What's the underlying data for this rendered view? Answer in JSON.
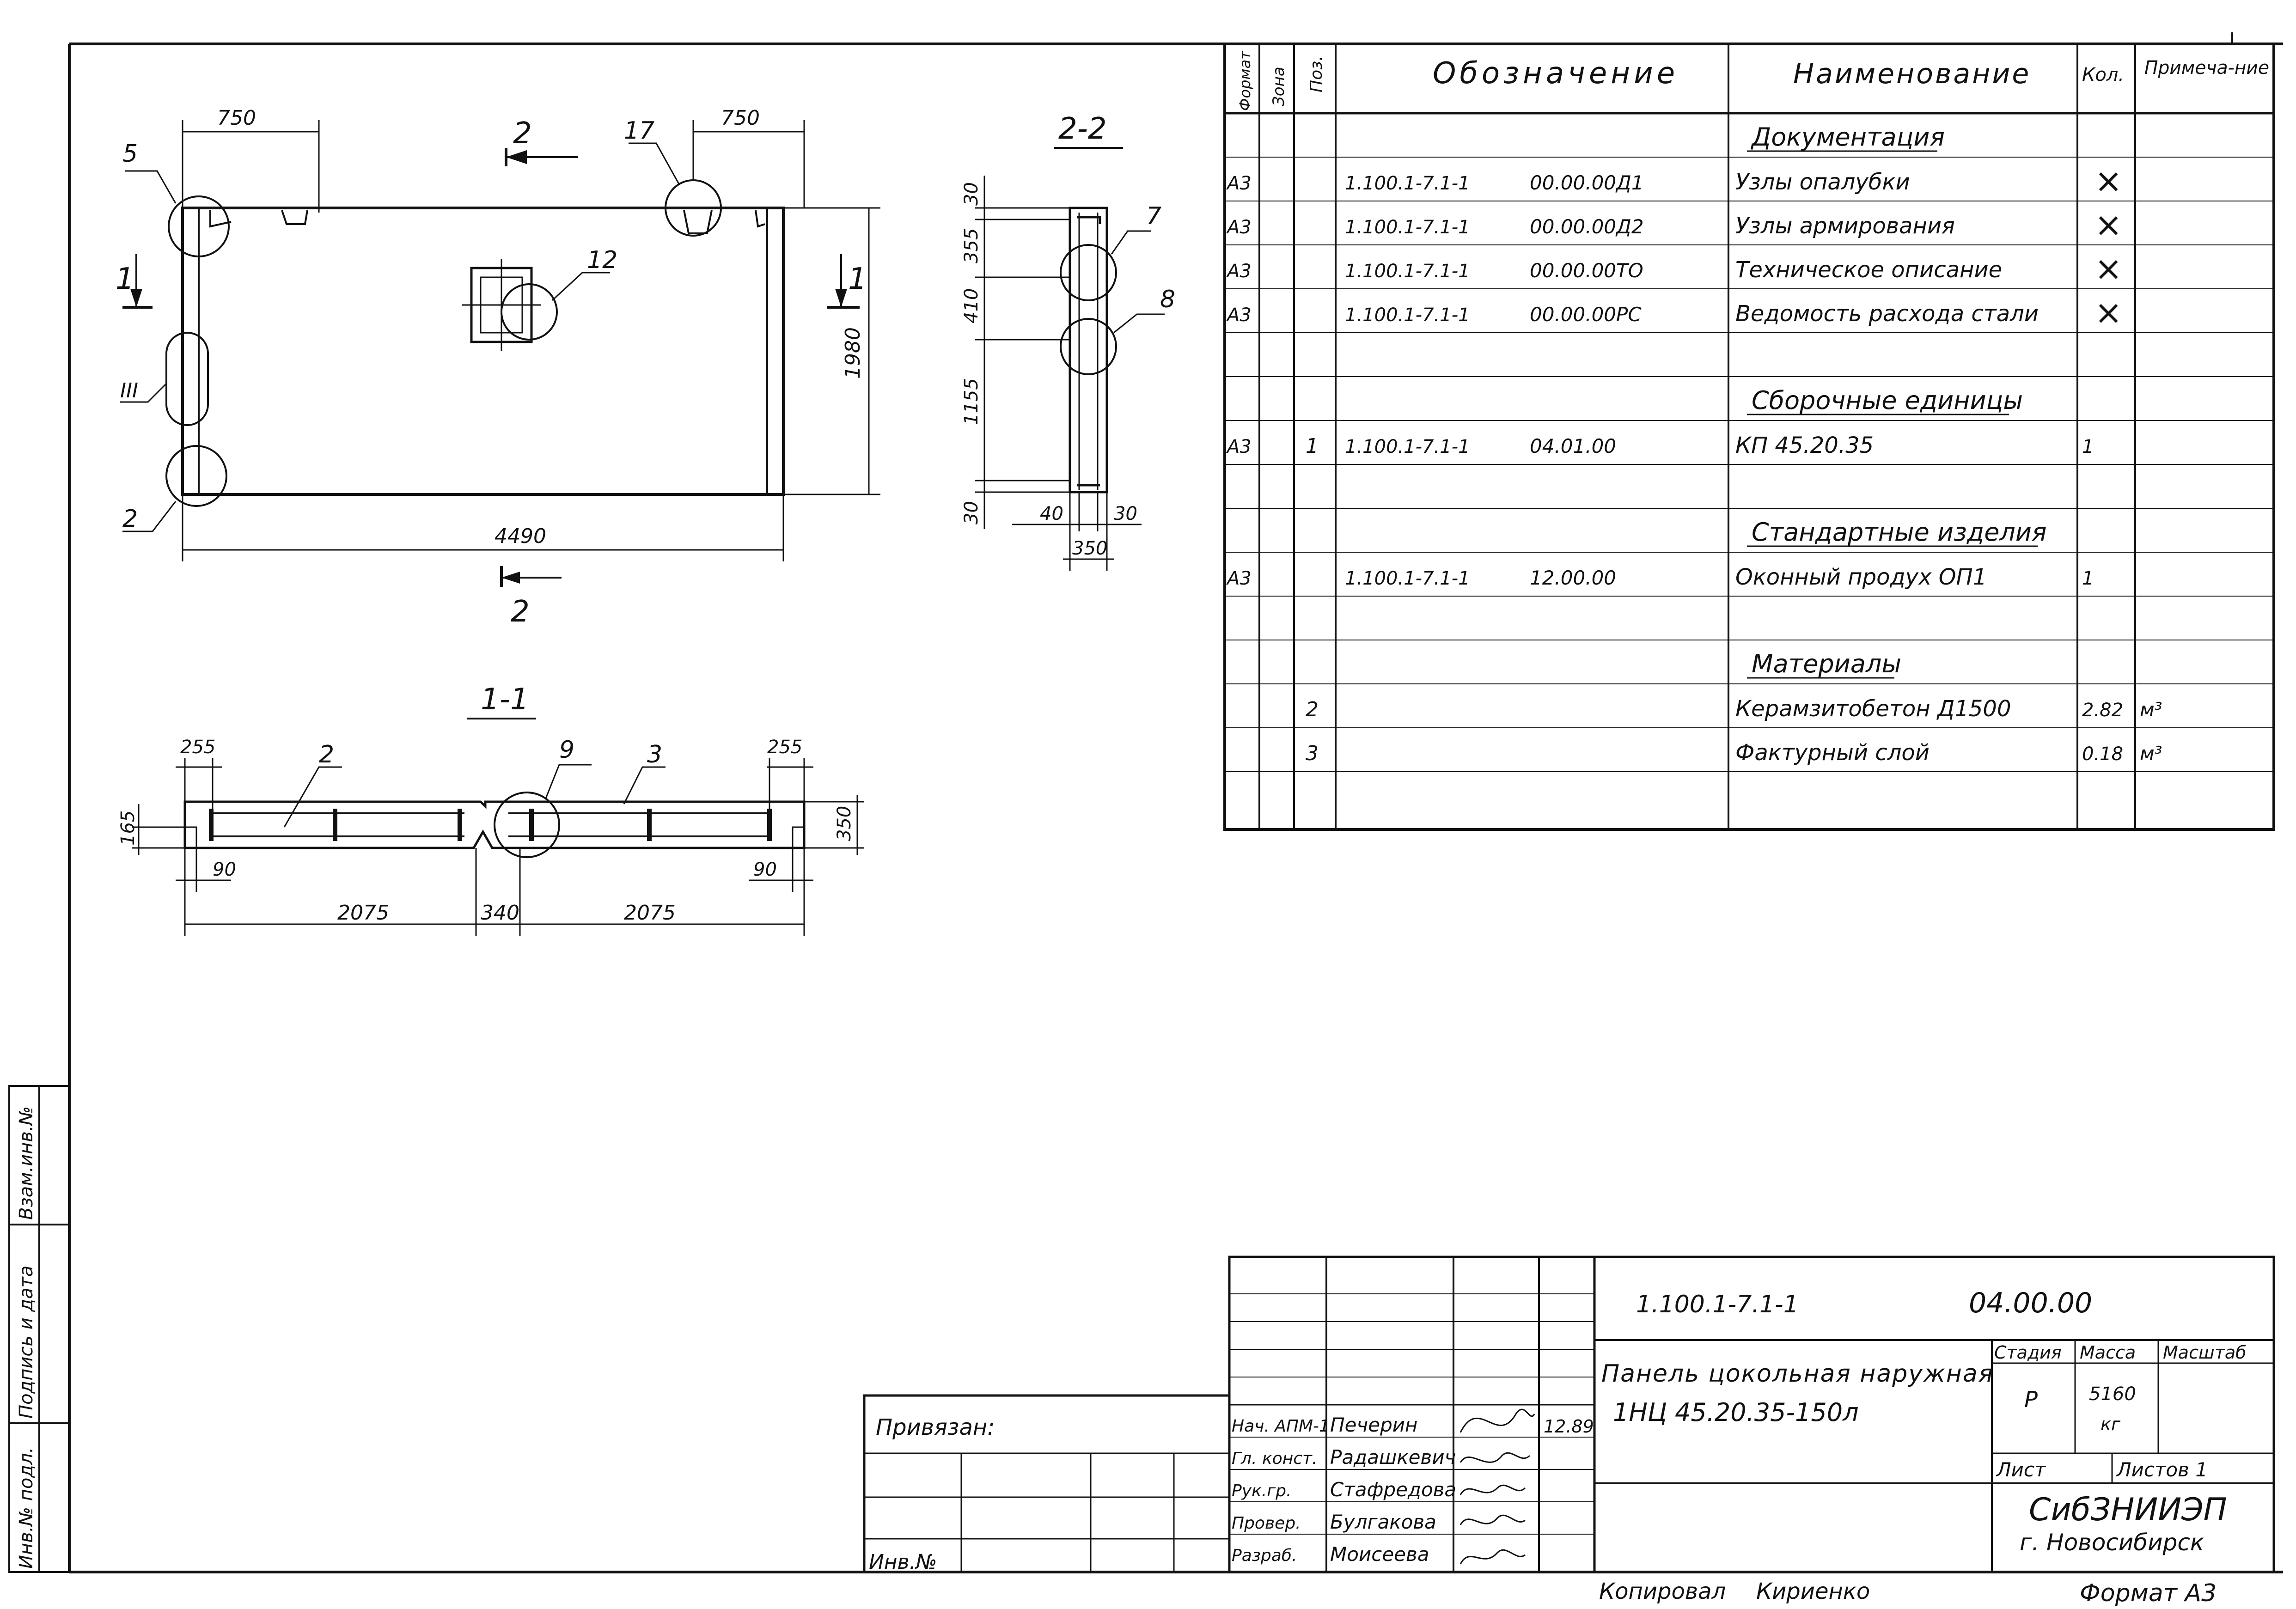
{
  "drawing": {
    "plan": {
      "dims": {
        "left": "750",
        "right": "750",
        "height": "1980",
        "length": "4490"
      },
      "section_mark": "2",
      "side_mark": "1",
      "callouts": {
        "c5": "5",
        "c17": "17",
        "c12": "12",
        "cIII": "III",
        "c2": "2"
      }
    },
    "section_22": {
      "title": "2-2",
      "dims": {
        "d30t": "30",
        "d355": "355",
        "d410": "410",
        "d1155": "1155",
        "d30b": "30",
        "d40": "40",
        "d30r": "30",
        "d350": "350"
      },
      "callouts": {
        "c7": "7",
        "c8": "8"
      }
    },
    "section_11": {
      "title": "1-1",
      "dims": {
        "d255l": "255",
        "d255r": "255",
        "d165": "165",
        "d350": "350",
        "d90l": "90",
        "d90r": "90",
        "d2075l": "2075",
        "d340": "340",
        "d2075r": "2075"
      },
      "callouts": {
        "c2": "2",
        "c9": "9",
        "c3": "3"
      }
    }
  },
  "spec": {
    "headers": {
      "format": "Формат",
      "zone": "Зона",
      "pos": "Поз.",
      "designation": "Обозначение",
      "name": "Наименование",
      "qty": "Кол.",
      "note": "Примеча-ние"
    },
    "rows": [
      {
        "format": "",
        "pos": "",
        "code": "",
        "doc": "",
        "name": "Документация",
        "qty": "",
        "note": "",
        "heading": true
      },
      {
        "format": "А3",
        "pos": "",
        "code": "1.100.1-7.1-1",
        "doc": "00.00.00Д1",
        "name": "Узлы опалубки",
        "qty": "×",
        "note": ""
      },
      {
        "format": "А3",
        "pos": "",
        "code": "1.100.1-7.1-1",
        "doc": "00.00.00Д2",
        "name": "Узлы армирования",
        "qty": "×",
        "note": ""
      },
      {
        "format": "А3",
        "pos": "",
        "code": "1.100.1-7.1-1",
        "doc": "00.00.00ТО",
        "name": "Техническое описание",
        "qty": "×",
        "note": ""
      },
      {
        "format": "А3",
        "pos": "",
        "code": "1.100.1-7.1-1",
        "doc": "00.00.00РС",
        "name": "Ведомость расхода стали",
        "qty": "×",
        "note": ""
      },
      {
        "format": "",
        "pos": "",
        "code": "",
        "doc": "",
        "name": "",
        "qty": "",
        "note": ""
      },
      {
        "format": "",
        "pos": "",
        "code": "",
        "doc": "",
        "name": "Сборочные единицы",
        "qty": "",
        "note": "",
        "heading": true
      },
      {
        "format": "А3",
        "pos": "1",
        "code": "1.100.1-7.1-1",
        "doc": "04.01.00",
        "name": "КП 45.20.35",
        "qty": "1",
        "note": ""
      },
      {
        "format": "",
        "pos": "",
        "code": "",
        "doc": "",
        "name": "",
        "qty": "",
        "note": ""
      },
      {
        "format": "",
        "pos": "",
        "code": "",
        "doc": "",
        "name": "Стандартные изделия",
        "qty": "",
        "note": "",
        "heading": true
      },
      {
        "format": "А3",
        "pos": "",
        "code": "1.100.1-7.1-1",
        "doc": "12.00.00",
        "name": "Оконный продух ОП1",
        "qty": "1",
        "note": ""
      },
      {
        "format": "",
        "pos": "",
        "code": "",
        "doc": "",
        "name": "",
        "qty": "",
        "note": ""
      },
      {
        "format": "",
        "pos": "",
        "code": "",
        "doc": "",
        "name": "Материалы",
        "qty": "",
        "note": "",
        "heading": true
      },
      {
        "format": "",
        "pos": "2",
        "code": "",
        "doc": "",
        "name": "Керамзитобетон Д1500",
        "qty": "2.82",
        "note": "м³"
      },
      {
        "format": "",
        "pos": "3",
        "code": "",
        "doc": "",
        "name": "Фактурный слой",
        "qty": "0.18",
        "note": "м³"
      },
      {
        "format": "",
        "pos": "",
        "code": "",
        "doc": "",
        "name": "",
        "qty": "",
        "note": ""
      }
    ]
  },
  "title_block": {
    "code": "1.100.1-7.1-1",
    "doc_number": "04.00.00",
    "title_line1": "Панель цокольная наружная",
    "title_line2": "1НЦ 45.20.35-150л",
    "stage_label": "Стадия",
    "mass_label": "Масса",
    "scale_label": "Масштаб",
    "stage": "Р",
    "mass": "5160",
    "mass_unit": "кг",
    "sheet_label": "Лист",
    "sheets_label": "Листов 1",
    "org_line1": "СибЗНИИЭП",
    "org_line2": "г. Новосибирск",
    "date": "12.89",
    "signers": [
      {
        "role": "Нач. АПМ-1",
        "name": "Печерин"
      },
      {
        "role": "Гл. конст.",
        "name": "Радашкевич"
      },
      {
        "role": "Рук.гр.",
        "name": "Стафредова"
      },
      {
        "role": "Провер.",
        "name": "Булгакова"
      },
      {
        "role": "Разраб.",
        "name": "Моисеева"
      }
    ],
    "attached": "Привязан:",
    "inv_no": "Инв.№",
    "copied_label": "Копировал",
    "copied_by": "Кириенко",
    "format": "Формат А3"
  },
  "side_stamp": {
    "vzam": "Взам.инв.№",
    "sign_date": "Подпись и дата",
    "inv_orig": "Инв.№ подл."
  }
}
